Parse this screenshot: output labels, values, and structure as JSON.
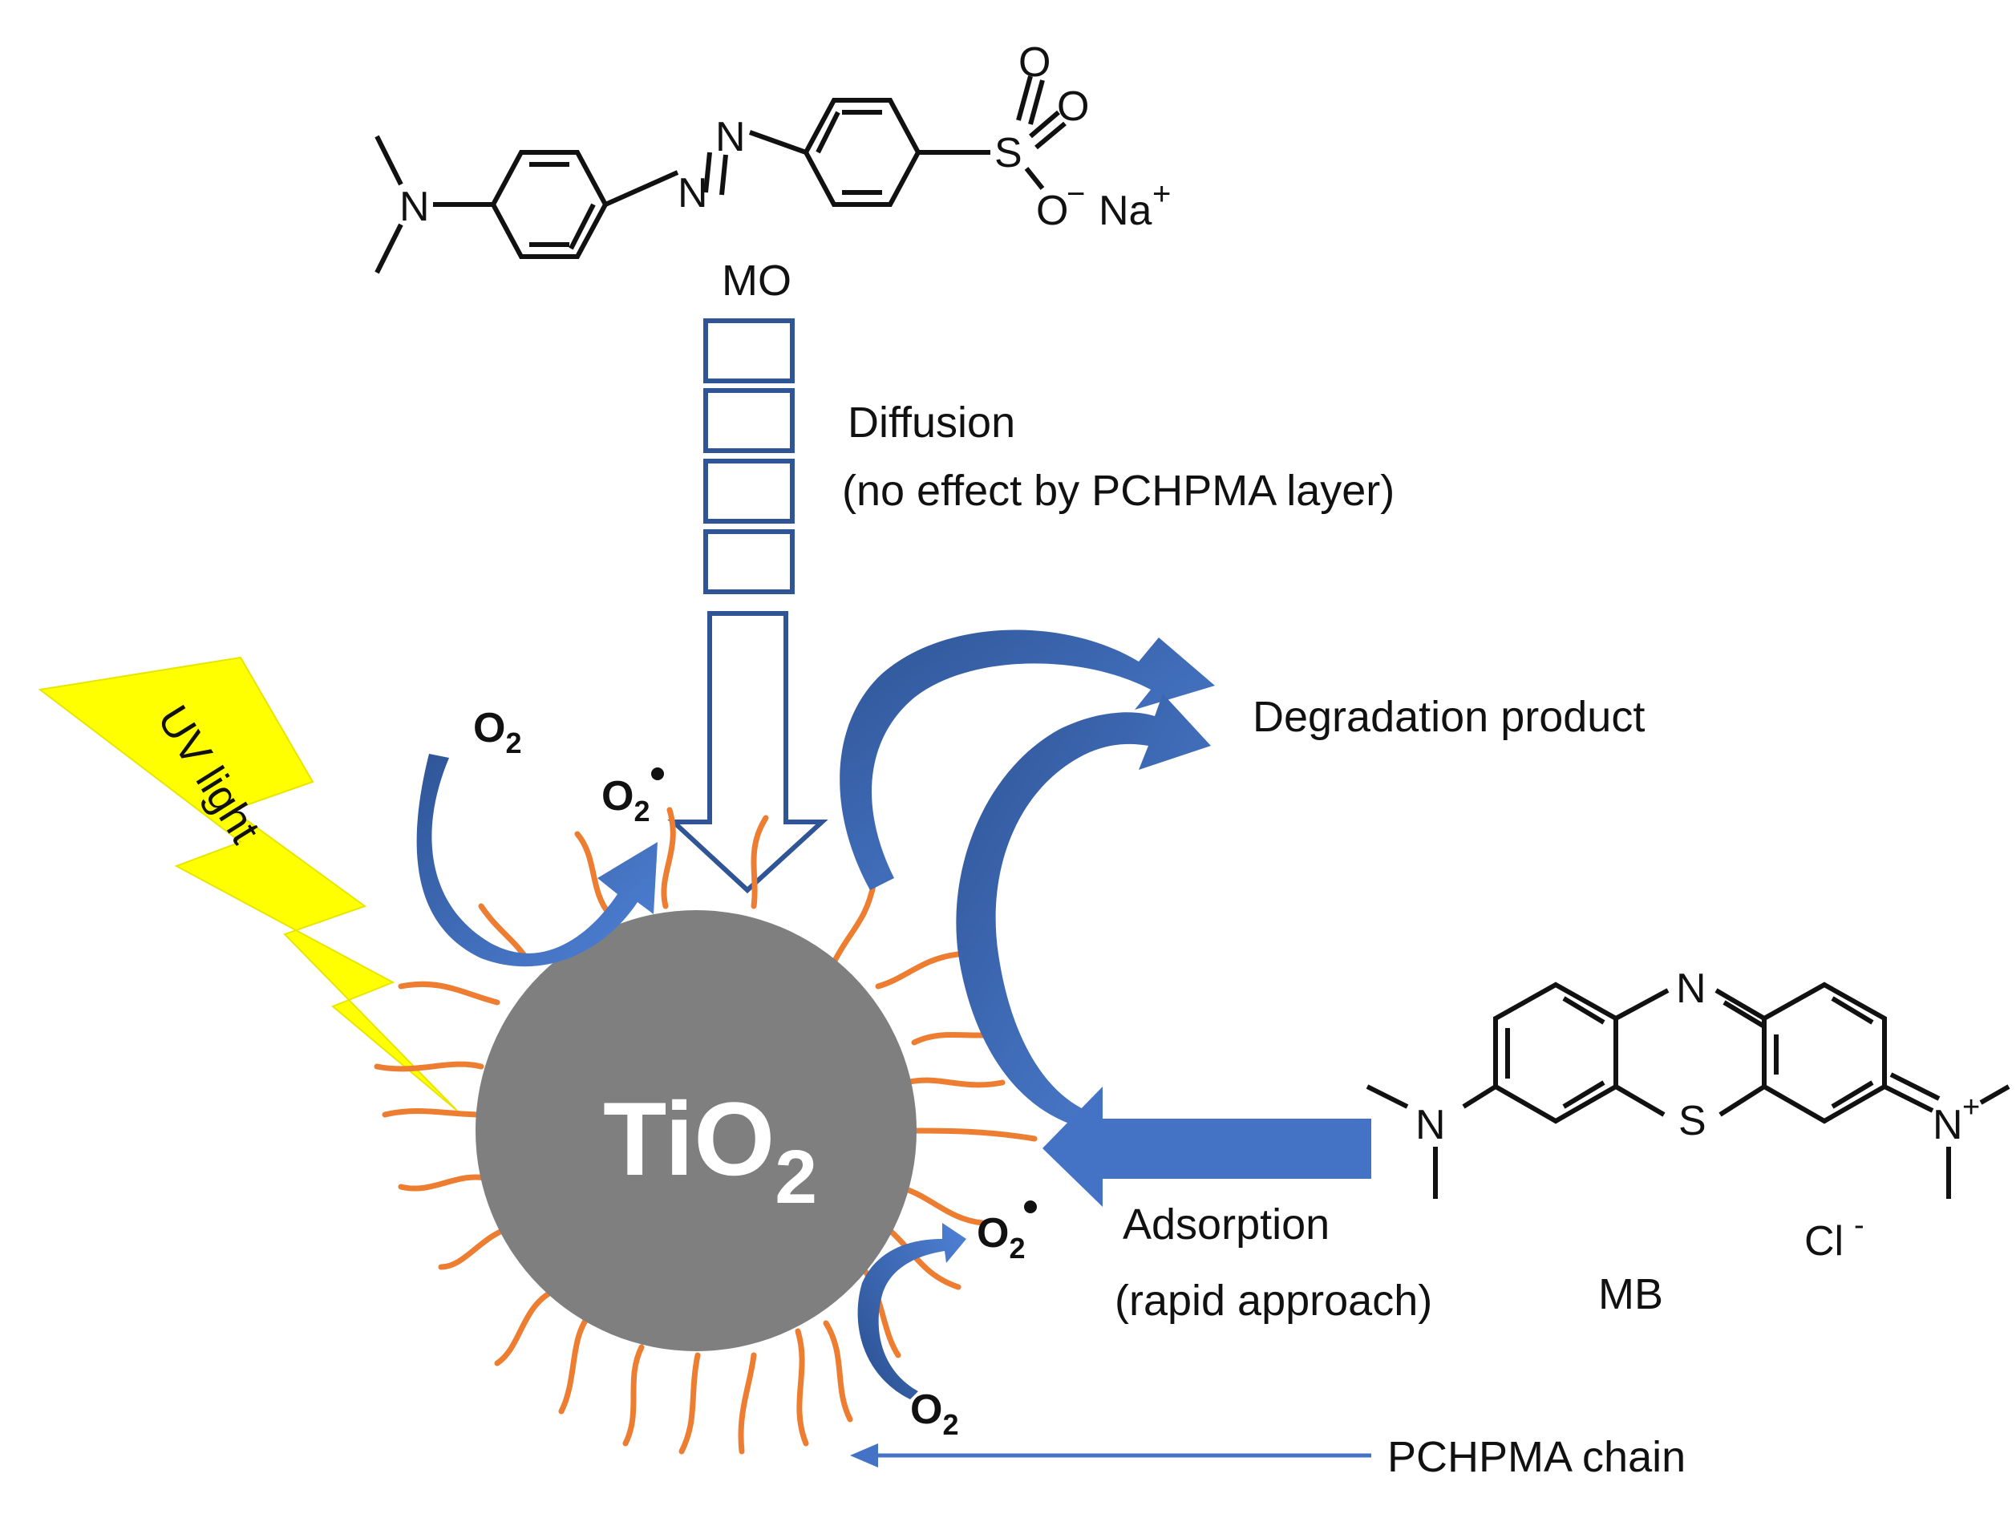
{
  "title_mo": "MO",
  "diffusion": {
    "line1": "Diffusion",
    "line2": "(no effect by PCHPMA layer)"
  },
  "degradation_label": "Degradation product",
  "adsorption": {
    "line1": "Adsorption",
    "line2": "(rapid approach)"
  },
  "mb_label": "MB",
  "chain_label": "PCHPMA chain",
  "uv_label": "UV light",
  "particle": {
    "main": "TiO",
    "sub": "2"
  },
  "oxygen": {
    "main": "O",
    "sub": "2"
  },
  "mo_atoms": {
    "n": "N",
    "s": "S",
    "o": "O",
    "o_minus": "O",
    "minus": "−",
    "na": "Na",
    "plus": "+"
  },
  "mb_atoms": {
    "n": "N",
    "s": "S",
    "plus": "+",
    "cl": "Cl",
    "minus": "-"
  },
  "colors": {
    "particle": "#7f7f7f",
    "chain": "#ed7d31",
    "arrow_blue": "#4472c4",
    "arrow_dark": "#2f5597",
    "uv": "#ffff00",
    "outline": "#2f5597"
  }
}
